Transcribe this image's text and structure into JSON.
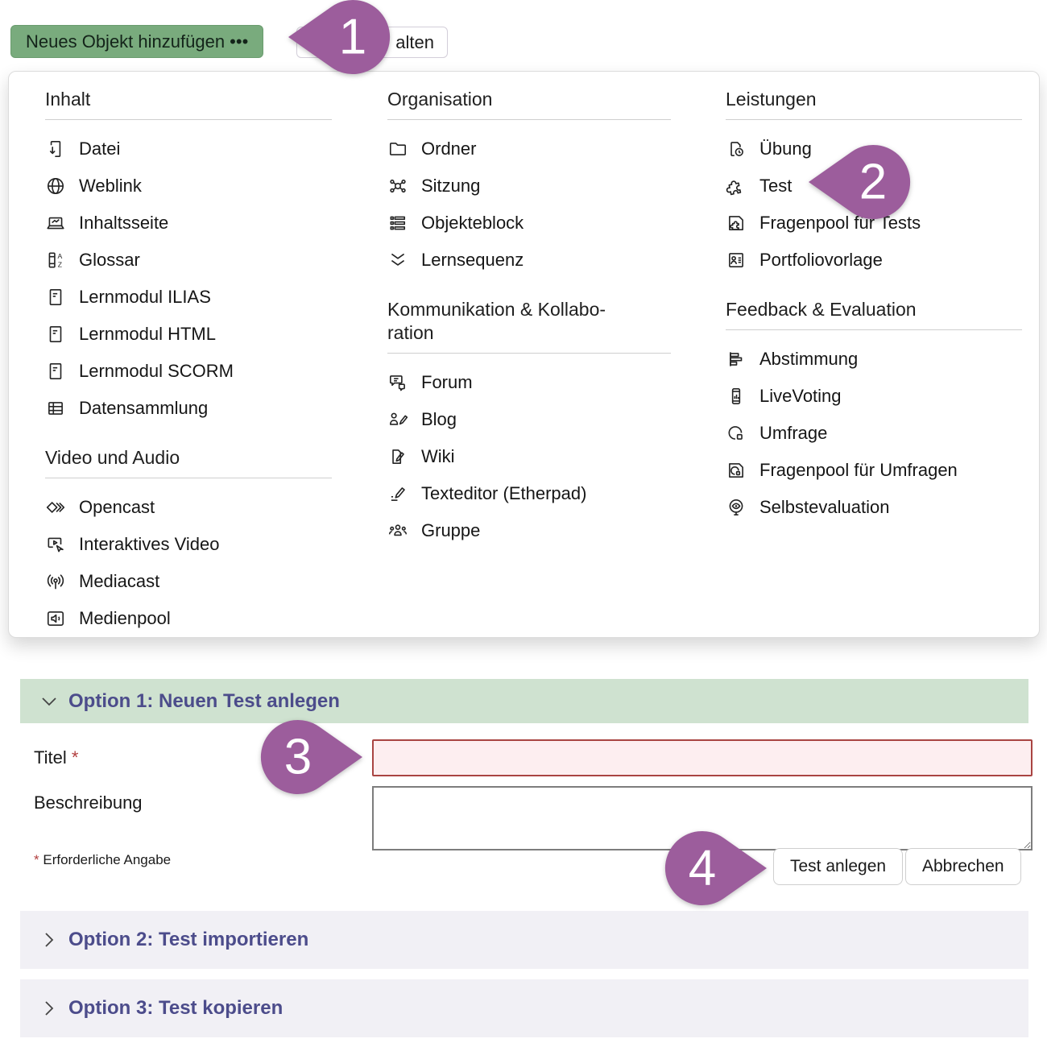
{
  "toolbar": {
    "add_button_label": "Neues Objekt hinzufügen •••",
    "hidden_button_visible_text": "alten"
  },
  "annotations": {
    "color": "#9c5d9c",
    "markers": [
      {
        "number": "1",
        "direction": "left",
        "target": "add-object-button"
      },
      {
        "number": "2",
        "direction": "left",
        "target": "menu-item-test"
      },
      {
        "number": "3",
        "direction": "right",
        "target": "titel-input"
      },
      {
        "number": "4",
        "direction": "right",
        "target": "test-anlegen-button"
      }
    ]
  },
  "menu": {
    "columns": [
      {
        "sections": [
          {
            "title": "Inhalt",
            "items": [
              {
                "label": "Datei",
                "icon": "file-download"
              },
              {
                "label": "Weblink",
                "icon": "globe"
              },
              {
                "label": "Inhaltsseite",
                "icon": "content-page"
              },
              {
                "label": "Glossar",
                "icon": "glossary"
              },
              {
                "label": "Lernmodul ILIAS",
                "icon": "learning-module"
              },
              {
                "label": "Lernmodul HTML",
                "icon": "learning-module"
              },
              {
                "label": "Lernmodul SCORM",
                "icon": "learning-module"
              },
              {
                "label": "Datensammlung",
                "icon": "data-table"
              }
            ]
          },
          {
            "title": "Video und Audio",
            "items": [
              {
                "label": "Opencast",
                "icon": "opencast"
              },
              {
                "label": "Interaktives Video",
                "icon": "interactive-video"
              },
              {
                "label": "Mediacast",
                "icon": "mediacast"
              },
              {
                "label": "Medienpool",
                "icon": "media-pool"
              }
            ]
          }
        ]
      },
      {
        "sections": [
          {
            "title": "Organisation",
            "items": [
              {
                "label": "Ordner",
                "icon": "folder"
              },
              {
                "label": "Sitzung",
                "icon": "session"
              },
              {
                "label": "Objekteblock",
                "icon": "item-block"
              },
              {
                "label": "Lernsequenz",
                "icon": "learning-sequence"
              }
            ]
          },
          {
            "title": "Kommunikation & Kollabo­ration",
            "items": [
              {
                "label": "Forum",
                "icon": "forum"
              },
              {
                "label": "Blog",
                "icon": "blog"
              },
              {
                "label": "Wiki",
                "icon": "wiki"
              },
              {
                "label": "Texteditor (Etherpad)",
                "icon": "etherpad"
              },
              {
                "label": "Gruppe",
                "icon": "group"
              }
            ]
          }
        ]
      },
      {
        "sections": [
          {
            "title": "Leistungen",
            "items": [
              {
                "label": "Übung",
                "icon": "exercise"
              },
              {
                "label": "Test",
                "icon": "test-puzzle"
              },
              {
                "label": "Fragenpool für Tests",
                "icon": "question-pool-test"
              },
              {
                "label": "Portfoliovorlage",
                "icon": "portfolio-template"
              }
            ]
          },
          {
            "title": "Feedback & Evaluation",
            "items": [
              {
                "label": "Abstimmung",
                "icon": "poll-bars"
              },
              {
                "label": "LiveVoting",
                "icon": "live-voting"
              },
              {
                "label": "Umfrage",
                "icon": "survey-pie"
              },
              {
                "label": "Fragenpool für Umfragen",
                "icon": "question-pool-survey"
              },
              {
                "label": "Selbstevaluation",
                "icon": "self-evaluation"
              }
            ]
          }
        ]
      }
    ]
  },
  "form": {
    "option1": {
      "title": "Option 1: Neuen Test anlegen"
    },
    "title_field": {
      "label": "Titel",
      "required_mark": "*",
      "value": ""
    },
    "description_field": {
      "label": "Beschreibung",
      "value": ""
    },
    "required_note": {
      "mark": "*",
      "text": "Erforderliche Angabe"
    },
    "buttons": {
      "submit": "Test anlegen",
      "cancel": "Abbrechen"
    },
    "option2": {
      "title": "Option 2: Test importieren"
    },
    "option3": {
      "title": "Option 3: Test kopieren"
    }
  },
  "colors": {
    "primary_button_green": "#79ab7d",
    "section_header_green": "#cfe2d0",
    "option_bar_gray": "#f1f0f5",
    "option_title_purple": "#4c4c8b",
    "marker_purple": "#9c5d9c",
    "error_border_red": "#a94442",
    "error_fill_pink": "#fdeef0"
  }
}
